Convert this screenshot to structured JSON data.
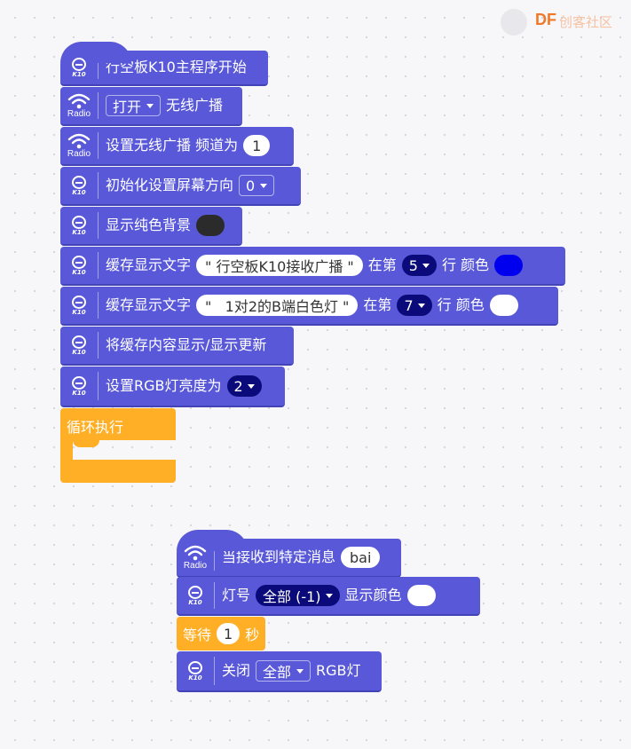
{
  "logo": {
    "brand": "DF",
    "subtitle": "创客社区"
  },
  "main_script": {
    "hat_label": "行空板K10主程序开始",
    "radio_open": {
      "option": "打开",
      "label": "无线广播"
    },
    "radio_channel": {
      "label": "设置无线广播 频道为",
      "value": "1"
    },
    "screen_init": {
      "label": "初始化设置屏幕方向",
      "value": "0"
    },
    "bg_color": {
      "label": "显示纯色背景",
      "color": "#2b2b2b"
    },
    "cache_text_1": {
      "label": "缓存显示文字",
      "text": "\" 行空板K10接收广播 \"",
      "row_prefix": "在第",
      "row": "5",
      "row_suffix": "行 颜色",
      "color": "#0000ee"
    },
    "cache_text_2": {
      "label": "缓存显示文字",
      "text": "\"   1对2的B端白色灯 \"",
      "row_prefix": "在第",
      "row": "7",
      "row_suffix": "行 颜色",
      "color": "#ffffff"
    },
    "cache_show": {
      "label": "将缓存内容显示/显示更新"
    },
    "rgb_brightness": {
      "label": "设置RGB灯亮度为",
      "value": "2"
    },
    "loop": {
      "label": "循环执行"
    }
  },
  "event_script": {
    "hat_label": "当接收到特定消息",
    "message": "bai",
    "led_color": {
      "label": "灯号",
      "option": "全部 (-1)",
      "suffix": "显示颜色",
      "color": "#ffffff"
    },
    "wait": {
      "label": "等待",
      "value": "1",
      "unit": "秒"
    },
    "led_off": {
      "label": "关闭",
      "option": "全部",
      "suffix": "RGB灯"
    }
  },
  "icons": {
    "k10": "K10",
    "radio": "Radio"
  }
}
